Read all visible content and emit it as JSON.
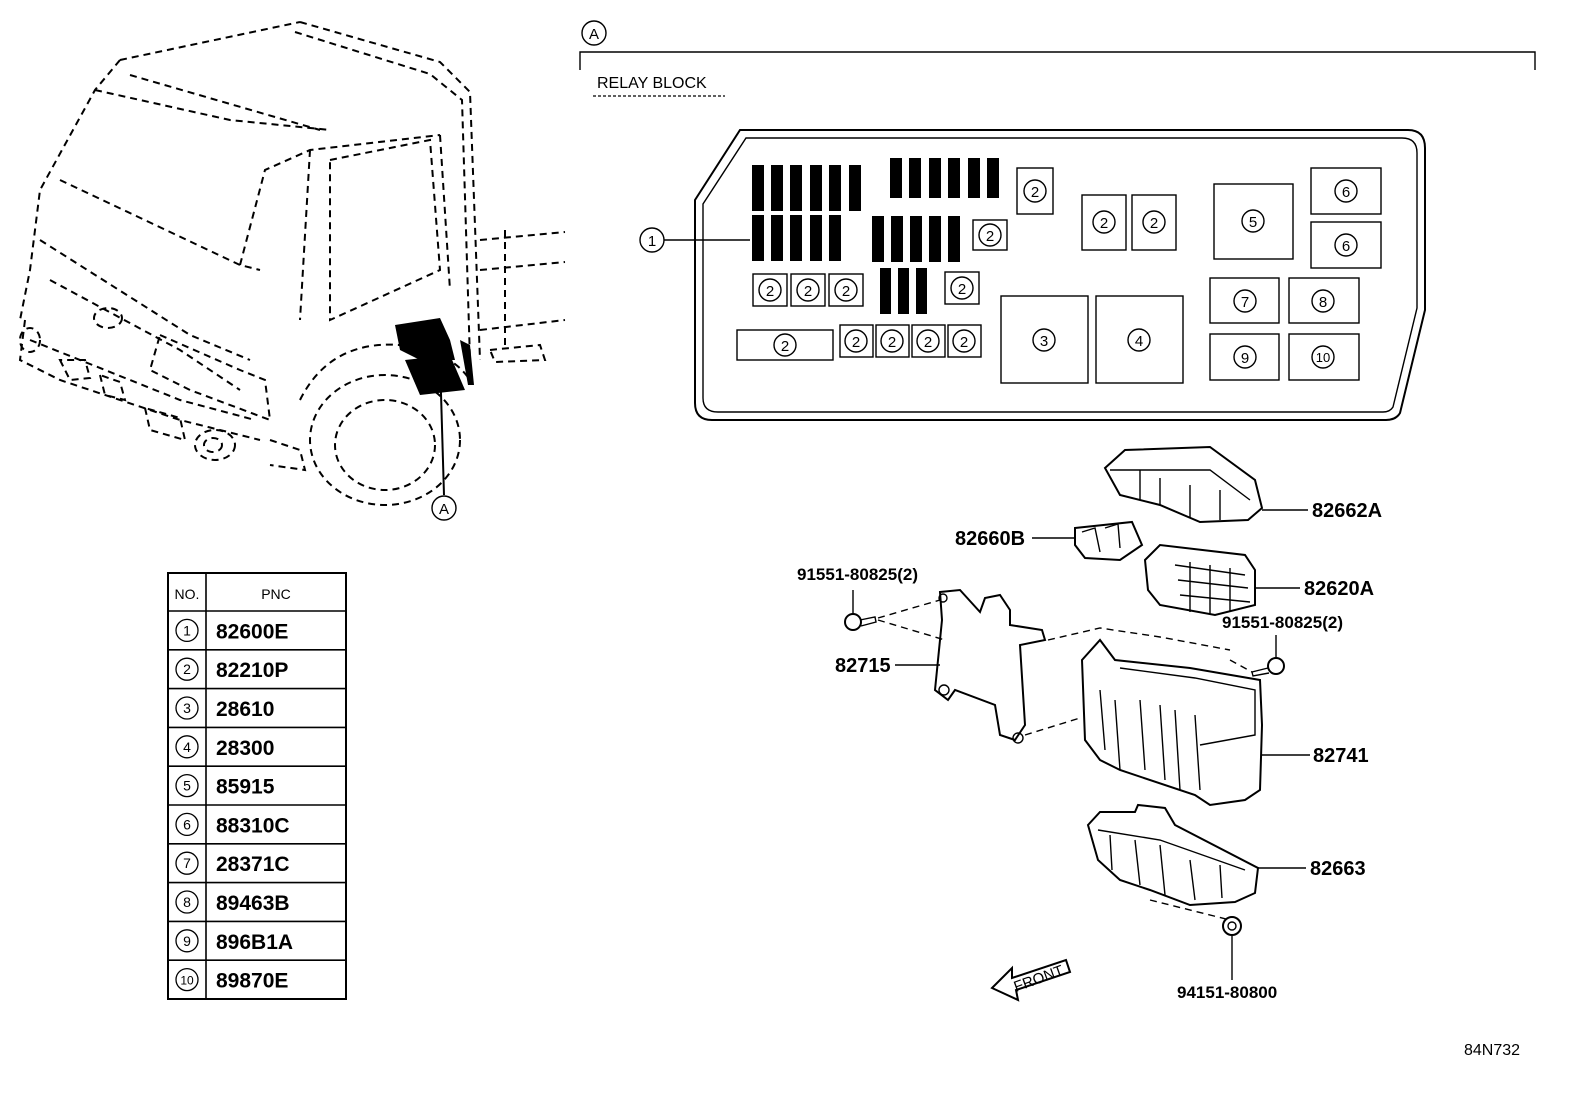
{
  "view_label": "A",
  "truck_callout": "A",
  "relay_block_title": "RELAY BLOCK",
  "relay_block_slots": {
    "slot_1": "1",
    "slot_2": "2",
    "slot_3": "3",
    "slot_4": "4",
    "slot_5": "5",
    "slot_6": "6",
    "slot_7": "7",
    "slot_8": "8",
    "slot_9": "9",
    "slot_10": "10"
  },
  "parts": {
    "cover_upper": "82662A",
    "relay_small": "82660B",
    "connector_block": "82620A",
    "bolt_left": "91551-80825(2)",
    "bolt_right": "91551-80825(2)",
    "bracket": "82715",
    "box_body": "82741",
    "cover_lower": "82663",
    "nut": "94151-80800"
  },
  "front_label": "FRONT",
  "table": {
    "headers": [
      "NO.",
      "PNC"
    ],
    "rows": [
      {
        "no": "1",
        "pnc": "82600E"
      },
      {
        "no": "2",
        "pnc": "82210P"
      },
      {
        "no": "3",
        "pnc": "28610"
      },
      {
        "no": "4",
        "pnc": "28300"
      },
      {
        "no": "5",
        "pnc": "85915"
      },
      {
        "no": "6",
        "pnc": "88310C"
      },
      {
        "no": "7",
        "pnc": "28371C"
      },
      {
        "no": "8",
        "pnc": "89463B"
      },
      {
        "no": "9",
        "pnc": "896B1A"
      },
      {
        "no": "10",
        "pnc": "89870E"
      }
    ]
  },
  "diagram_code": "84N732"
}
